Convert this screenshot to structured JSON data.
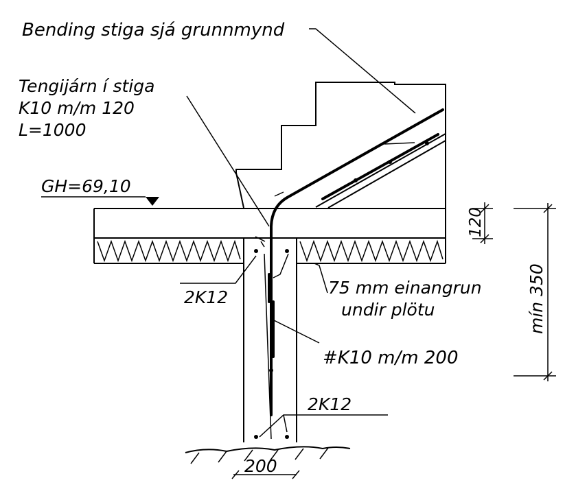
{
  "labels": {
    "stair_bending_note": "Bending stiga sjá grunnmynd",
    "connector_note_line1": "Tengijárn í stiga",
    "connector_note_line2": "K10 m/m 120",
    "connector_note_line3": "L=1000",
    "floor_level": "GH=69,10",
    "slab_thickness": "120",
    "min_depth": "mín 350",
    "bars_upper": "2K12",
    "insulation_line1": "75 mm einangrun",
    "insulation_line2": "undir plötu",
    "wall_mesh": "#K10 m/m 200",
    "bars_lower": "2K12",
    "wall_thickness": "200"
  }
}
